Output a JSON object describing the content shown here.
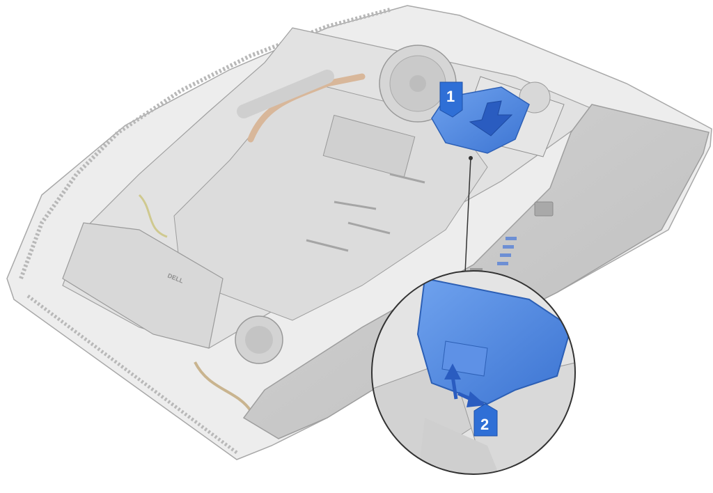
{
  "callouts": {
    "step1": "1",
    "step2": "2"
  },
  "labels": {
    "brand": "DELL"
  },
  "colors": {
    "accent_blue": "#4a86e0",
    "callout_blue": "#2f6fd6",
    "chassis_gray": "#c9c9c9",
    "line_gray": "#9a9a9a"
  }
}
